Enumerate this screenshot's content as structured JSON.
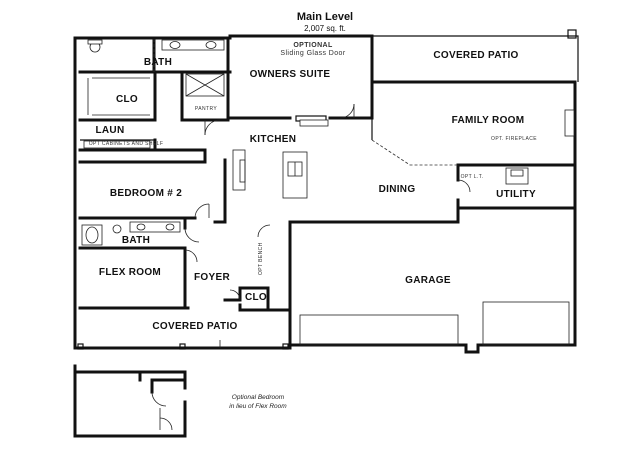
{
  "header": {
    "title": "Main Level",
    "area": "2,007 sq. ft."
  },
  "rooms": {
    "bath_top": "BATH",
    "optional_note_1": "OPTIONAL",
    "optional_note_2": "Sliding Glass Door",
    "owners_suite": "OWNERS SUITE",
    "covered_patio_top": "COVERED PATIO",
    "clo_top": "CLO",
    "pantry": "PANTRY",
    "laun": "LAUN",
    "laun_note": "OPT CABINETS AND SHELF",
    "kitchen": "KITCHEN",
    "family_room": "FAMILY ROOM",
    "opt_fireplace": "OPT. FIREPLACE",
    "bedroom2": "BEDROOM # 2",
    "dining": "DINING",
    "opt_lt": "OPT L.T.",
    "utility": "UTILITY",
    "bath_lower": "BATH",
    "flex_room": "FLEX ROOM",
    "foyer": "FOYER",
    "opt_bench": "OPT BENCH",
    "garage": "GARAGE",
    "clo_lower": "CLO",
    "covered_patio_bottom": "COVERED PATIO"
  },
  "inset": {
    "note_line1": "Optional Bedroom",
    "note_line2": "in lieu of Flex Room"
  }
}
